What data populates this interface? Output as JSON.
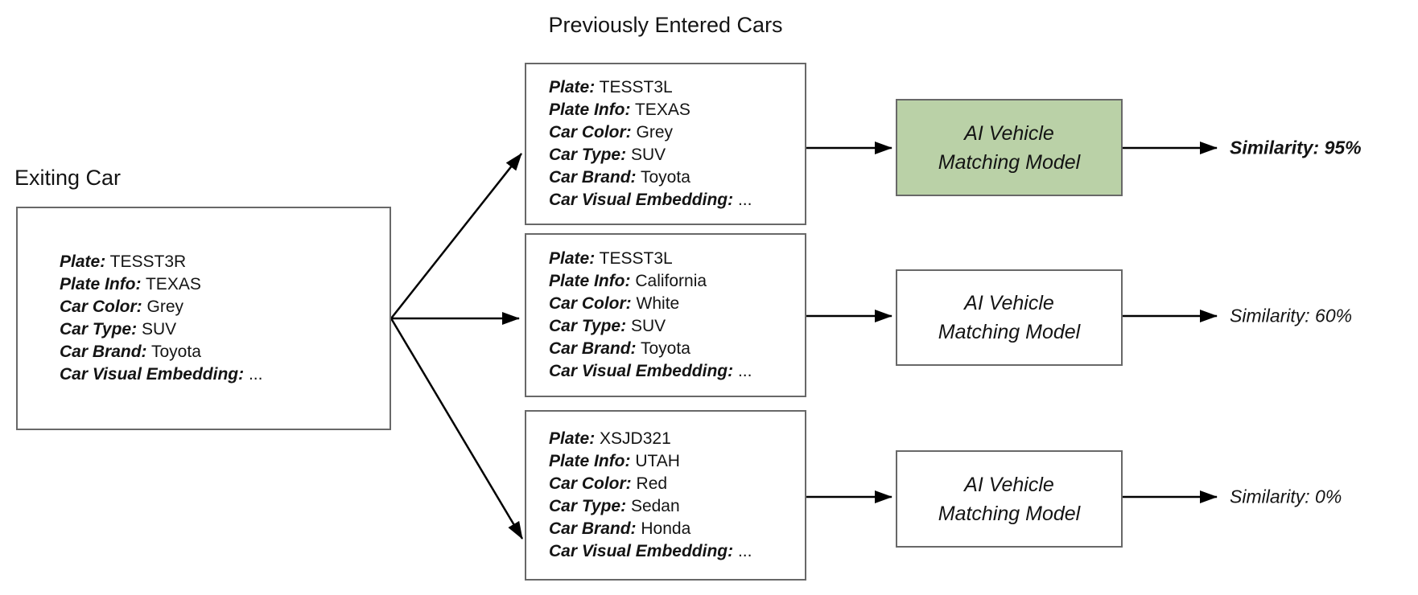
{
  "colors": {
    "highlight_green": "#bad1a7",
    "box_border": "#686868",
    "arrow": "#000000"
  },
  "exiting_section": {
    "title": "Exiting Car",
    "car": {
      "lines": [
        {
          "label": "Plate:",
          "value": "TESST3R"
        },
        {
          "label": "Plate Info:",
          "value": "TEXAS"
        },
        {
          "label": "Car Color:",
          "value": "Grey"
        },
        {
          "label": "Car Type:",
          "value": "SUV"
        },
        {
          "label": "Car Brand:",
          "value": "Toyota"
        },
        {
          "label": "Car Visual Embedding:",
          "value": "..."
        }
      ]
    }
  },
  "previous_section": {
    "title": "Previously Entered Cars",
    "matches": [
      {
        "car": {
          "lines": [
            {
              "label": "Plate:",
              "value": "TESST3L"
            },
            {
              "label": "Plate Info:",
              "value": "TEXAS"
            },
            {
              "label": "Car Color:",
              "value": "Grey"
            },
            {
              "label": "Car Type:",
              "value": "SUV"
            },
            {
              "label": "Car Brand:",
              "value": "Toyota"
            },
            {
              "label": "Car Visual Embedding:",
              "value": "..."
            }
          ]
        },
        "model": {
          "line1": "AI Vehicle",
          "line2": "Matching Model",
          "highlighted": true
        },
        "similarity": "Similarity: 95%"
      },
      {
        "car": {
          "lines": [
            {
              "label": "Plate:",
              "value": "TESST3L"
            },
            {
              "label": "Plate Info:",
              "value": "California"
            },
            {
              "label": "Car Color:",
              "value": "White"
            },
            {
              "label": "Car Type:",
              "value": "SUV"
            },
            {
              "label": "Car Brand:",
              "value": "Toyota"
            },
            {
              "label": "Car Visual Embedding:",
              "value": "..."
            }
          ]
        },
        "model": {
          "line1": "AI Vehicle",
          "line2": "Matching Model",
          "highlighted": false
        },
        "similarity": "Similarity: 60%"
      },
      {
        "car": {
          "lines": [
            {
              "label": "Plate:",
              "value": "XSJD321"
            },
            {
              "label": "Plate Info:",
              "value": "UTAH"
            },
            {
              "label": "Car Color:",
              "value": "Red"
            },
            {
              "label": "Car Type:",
              "value": "Sedan"
            },
            {
              "label": "Car Brand:",
              "value": "Honda"
            },
            {
              "label": "Car Visual Embedding:",
              "value": "..."
            }
          ]
        },
        "model": {
          "line1": "AI Vehicle",
          "line2": "Matching Model",
          "highlighted": false
        },
        "similarity": "Similarity: 0%"
      }
    ]
  }
}
